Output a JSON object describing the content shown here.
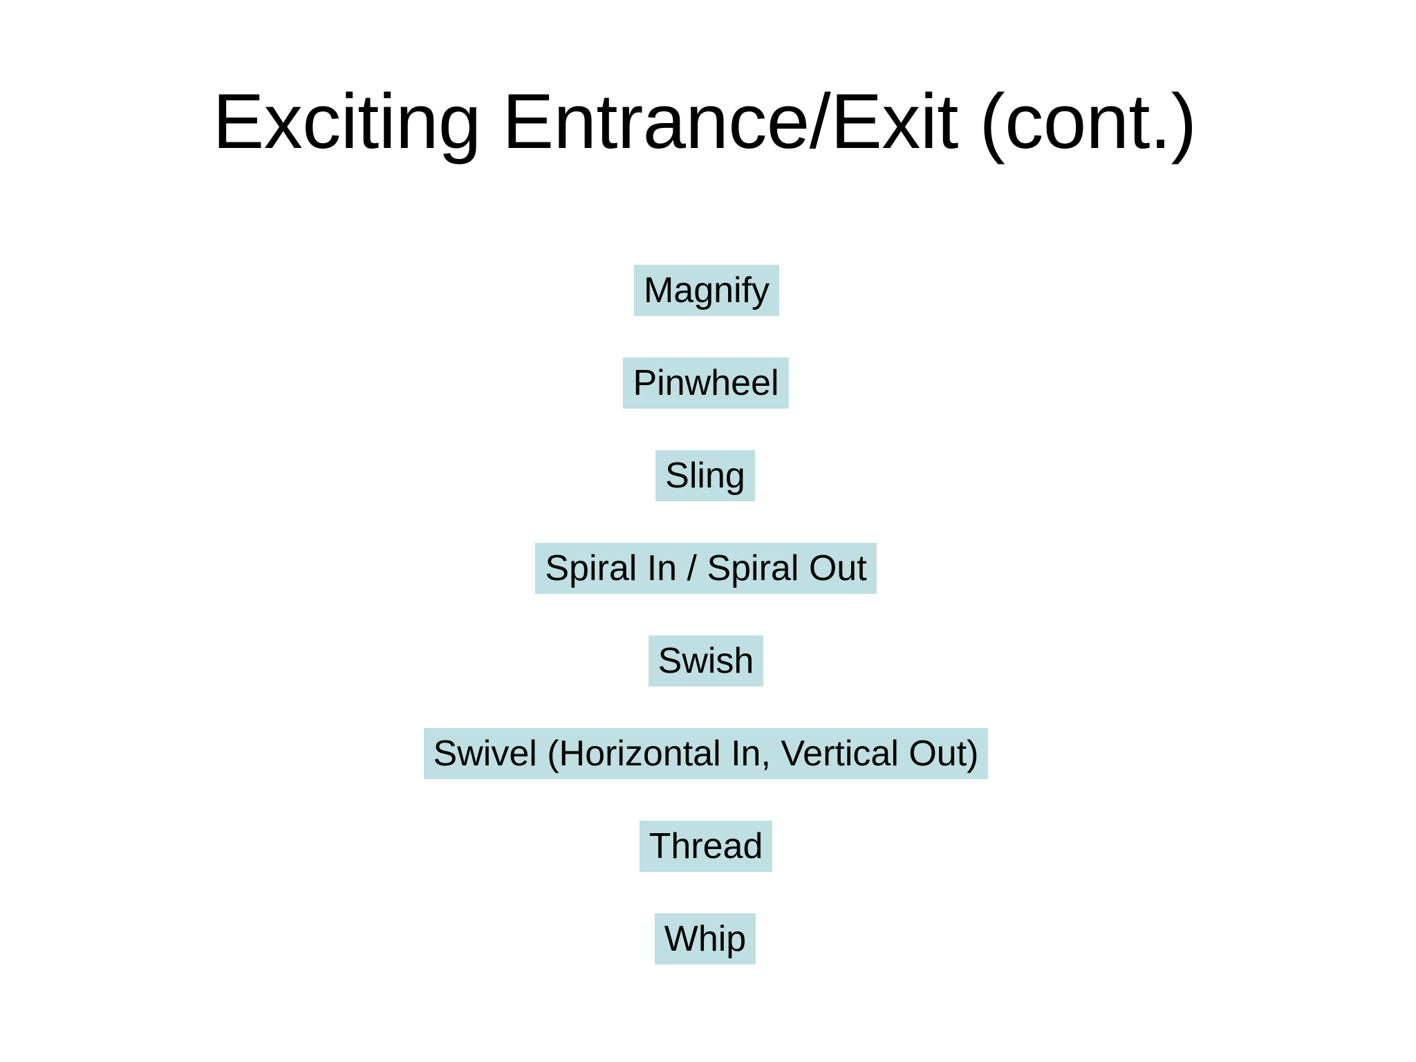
{
  "slide": {
    "title": "Exciting Entrance/Exit (cont.)",
    "background_color": "#FFFFFF",
    "text_color": "#000000",
    "highlight_color": "#BFDFE2",
    "items": [
      {
        "label": "Magnify"
      },
      {
        "label": "Pinwheel"
      },
      {
        "label": "Sling"
      },
      {
        "label": "Spiral In / Spiral Out"
      },
      {
        "label": "Swish"
      },
      {
        "label": "Swivel (Horizontal In, Vertical Out)"
      },
      {
        "label": "Thread"
      },
      {
        "label": "Whip"
      }
    ]
  }
}
